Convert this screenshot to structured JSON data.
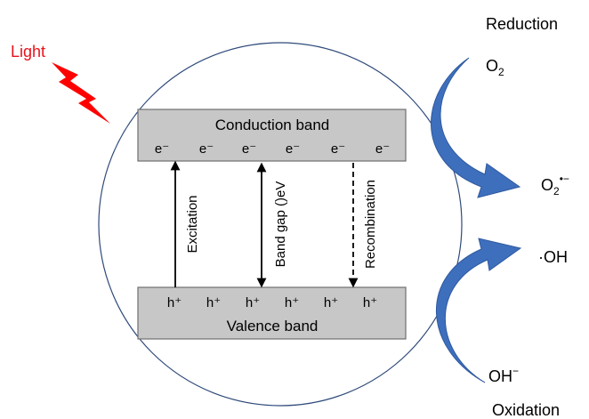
{
  "colors": {
    "band_fill": "#c7c7c7",
    "band_stroke": "#6f6f6f",
    "circle_stroke": "#2f4a7a",
    "light": "#ff0000",
    "curve_arrow": "#3e6fbd"
  },
  "light": {
    "label": "Light",
    "icon": "lightning-bolt-icon"
  },
  "conduction_band": {
    "label": "Conduction band",
    "electrons": [
      "e⁻",
      "e⁻",
      "e⁻",
      "e⁻",
      "e⁻",
      "e⁻"
    ]
  },
  "valence_band": {
    "label": "Valence band",
    "holes": [
      "h⁺",
      "h⁺",
      "h⁺",
      "h⁺",
      "h⁺",
      "h⁺"
    ]
  },
  "transitions": {
    "excitation": "Excitation",
    "band_gap": "Band gap ()eV",
    "recombination": "Recombination"
  },
  "reduction": {
    "title": "Reduction",
    "reactant": "O",
    "reactant_sub": "2",
    "product": "O",
    "product_sub": "2",
    "product_sup": "•−"
  },
  "oxidation": {
    "title": "Oxidation",
    "reactant": "OH",
    "reactant_sup": "−",
    "product": "·OH"
  }
}
